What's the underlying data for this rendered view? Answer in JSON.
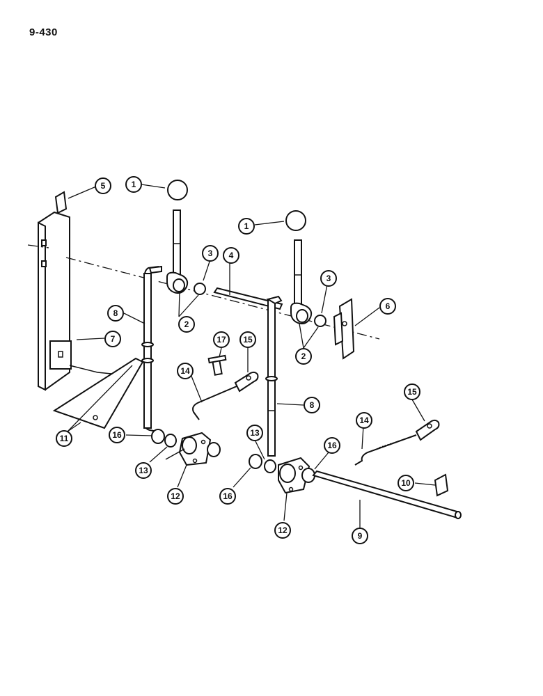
{
  "page": {
    "number": "9-430"
  },
  "callouts": [
    {
      "id": "c1a",
      "label": "1"
    },
    {
      "id": "c1b",
      "label": "1"
    },
    {
      "id": "c2a",
      "label": "2"
    },
    {
      "id": "c2b",
      "label": "2"
    },
    {
      "id": "c3a",
      "label": "3"
    },
    {
      "id": "c3b",
      "label": "3"
    },
    {
      "id": "c4",
      "label": "4"
    },
    {
      "id": "c5",
      "label": "5"
    },
    {
      "id": "c6",
      "label": "6"
    },
    {
      "id": "c7",
      "label": "7"
    },
    {
      "id": "c8a",
      "label": "8"
    },
    {
      "id": "c8b",
      "label": "8"
    },
    {
      "id": "c9",
      "label": "9"
    },
    {
      "id": "c10",
      "label": "10"
    },
    {
      "id": "c11",
      "label": "11"
    },
    {
      "id": "c12a",
      "label": "12"
    },
    {
      "id": "c12b",
      "label": "12"
    },
    {
      "id": "c13a",
      "label": "13"
    },
    {
      "id": "c13b",
      "label": "13"
    },
    {
      "id": "c14a",
      "label": "14"
    },
    {
      "id": "c14b",
      "label": "14"
    },
    {
      "id": "c15a",
      "label": "15"
    },
    {
      "id": "c15b",
      "label": "15"
    },
    {
      "id": "c16a",
      "label": "16"
    },
    {
      "id": "c16b",
      "label": "16"
    },
    {
      "id": "c16c",
      "label": "16"
    },
    {
      "id": "c17",
      "label": "17"
    }
  ]
}
